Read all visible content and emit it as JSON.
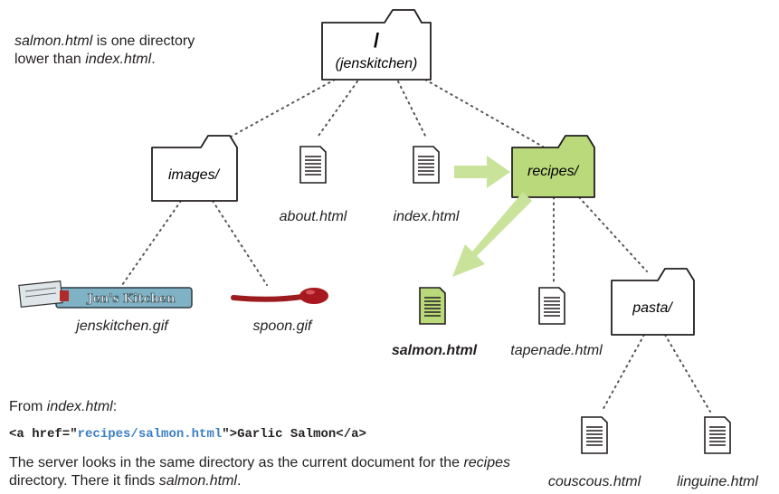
{
  "intro": {
    "part1": "salmon.html",
    "part2": " is one directory lower than ",
    "part3": "index.html",
    "part4": "."
  },
  "root": {
    "name": "/",
    "subtitle": "(jenskitchen)"
  },
  "labels": {
    "images": "images/",
    "about": "about.html",
    "index": "index.html",
    "recipes": "recipes/",
    "jenskitchen": "jenskitchen.gif",
    "spoon": "spoon.gif",
    "salmon": "salmon.html",
    "tapenade": "tapenade.html",
    "pasta": "pasta/",
    "couscous": "couscous.html",
    "linguine": "linguine.html",
    "logo_text": "Jen's Kitchen"
  },
  "from_line": {
    "prefix": "From ",
    "file": "index.html",
    "suffix": ":"
  },
  "code": {
    "open": "<a href=\"",
    "href": "recipes/salmon.html",
    "close": "\">Garlic Salmon</a>"
  },
  "explanation": {
    "p1": "The server looks in the same directory as the current document for the ",
    "p2": "recipes",
    "p3": " directory. There it finds ",
    "p4": "salmon.html",
    "p5": "."
  },
  "colors": {
    "highlight": "#b9d97a",
    "arrow": "#c9e39a",
    "ink": "#231f20",
    "code_value": "#3b7fc4",
    "spoon": "#9b1b1f"
  }
}
